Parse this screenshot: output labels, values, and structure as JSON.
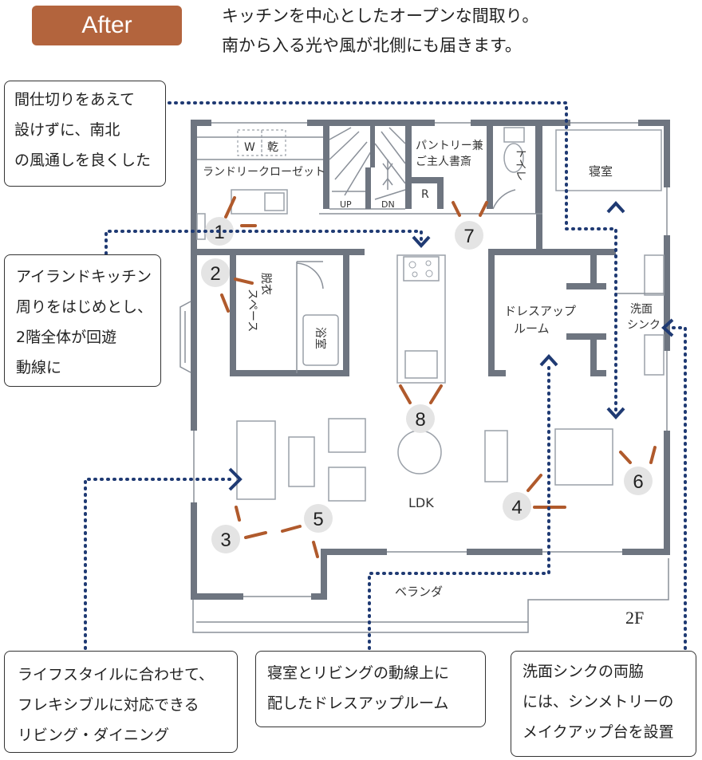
{
  "badge": "After",
  "headline": [
    "キッチンを中心としたオープンな間取り。",
    "南から入る光や風が北側にも届きます。"
  ],
  "floor_label": "2F",
  "rooms": {
    "wd": "W",
    "dry": "乾",
    "laundry": "ランドリークローゼット",
    "up": "UP",
    "dn": "DN",
    "pantry_1": "パントリー兼",
    "pantry_2": "ご主人書斎",
    "r": "R",
    "toilet": "トイレ",
    "bedroom": "寝室",
    "dressing_1": "脱衣",
    "dressing_2": "スペース",
    "bath": "浴室",
    "dress_up_1": "ドレスアップ",
    "dress_up_2": "ルーム",
    "sink_1": "洗面",
    "sink_2": "シンク",
    "ldk": "LDK",
    "veranda": "ベランダ"
  },
  "markers": [
    "1",
    "2",
    "3",
    "4",
    "5",
    "6",
    "7",
    "8"
  ],
  "callouts": {
    "c1": [
      "間仕切りをあえて",
      "設けずに、南北",
      "の風通しを良くした"
    ],
    "c2": [
      "アイランドキッチン",
      "周りをはじめとし、",
      "2階全体が回遊",
      "動線に"
    ],
    "c3": [
      "ライフスタイルに合わせて、",
      "フレキシブルに対応できる",
      "リビング・ダイニング"
    ],
    "c4": [
      "寝室とリビングの動線上に",
      "配したドレスアップルーム"
    ],
    "c5": [
      "洗面シンクの両脇",
      "には、シンメトリーの",
      "メイクアップ台を設置"
    ]
  }
}
